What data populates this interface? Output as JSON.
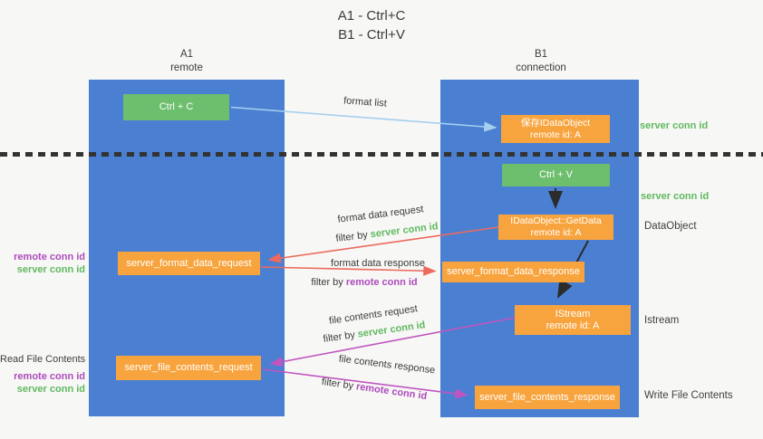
{
  "title": {
    "line1": "A1 - Ctrl+C",
    "line2": "B1 - Ctrl+V"
  },
  "columns": {
    "left": {
      "name": "A1",
      "role": "remote"
    },
    "right": {
      "name": "B1",
      "role": "connection"
    }
  },
  "boxes": {
    "ctrl_c": "Ctrl + C",
    "ctrl_v": "Ctrl + V",
    "save_dataobject": {
      "line1": "保存IDataObject",
      "line2": "remote id: A"
    },
    "getdata": {
      "line1": "IDataObject::GetData",
      "line2": "remote id: A"
    },
    "istream": {
      "line1": "IStream",
      "line2": "remote id: A"
    },
    "server_format_data_request": "server_format_data_request",
    "server_format_data_response": "server_format_data_response",
    "server_file_contents_request": "server_file_contents_request",
    "server_file_contents_response": "server_file_contents_response"
  },
  "arrow_labels": {
    "format_list": "format list",
    "format_data_request": "format data request",
    "format_data_response": "format data response",
    "file_contents_request": "file contents request",
    "file_contents_response": "file contents response",
    "filter_by": "filter by",
    "server_conn_id": "server conn id",
    "remote_conn_id": "remote conn id"
  },
  "side_labels": {
    "server_conn_id": "server conn id",
    "remote_conn_id": "remote conn id",
    "dataobject": "DataObject",
    "istream": "Istream",
    "read_file_contents": "Read File Contents",
    "write_file_contents": "Write File Contents"
  },
  "colors": {
    "column_blue": "#4a7fd2",
    "box_green": "#6dbe6d",
    "box_orange": "#f8a43e",
    "arrow_light_blue": "#a5cfee",
    "arrow_salmon": "#ec6a5e",
    "arrow_magenta": "#c055c0",
    "arrow_black": "#2b2b2b",
    "text_green": "#5fb95f",
    "text_purple": "#ad4bbd",
    "text_dark": "#3b3b3b"
  }
}
